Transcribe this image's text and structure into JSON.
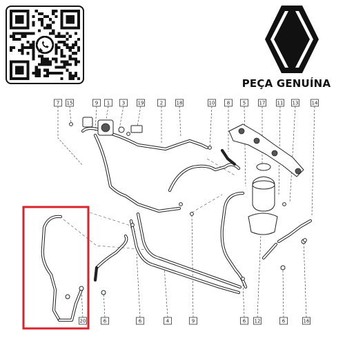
{
  "brand": {
    "tagline": "PEÇA GENUÍNA",
    "logo_icon": "renault-diamond-logo",
    "qr_icon": "whatsapp-qr-code",
    "accent_color": "#d9222a"
  },
  "diagram": {
    "callouts_top": [
      "7",
      "15",
      "9",
      "1",
      "3",
      "19",
      "2",
      "18",
      "10",
      "8",
      "5",
      "17",
      "11",
      "13",
      "14"
    ],
    "callouts_bottom": [
      "20",
      "6",
      "6",
      "4",
      "9",
      "6",
      "12",
      "6",
      "16"
    ],
    "highlight": {
      "color": "#d9222a"
    }
  }
}
